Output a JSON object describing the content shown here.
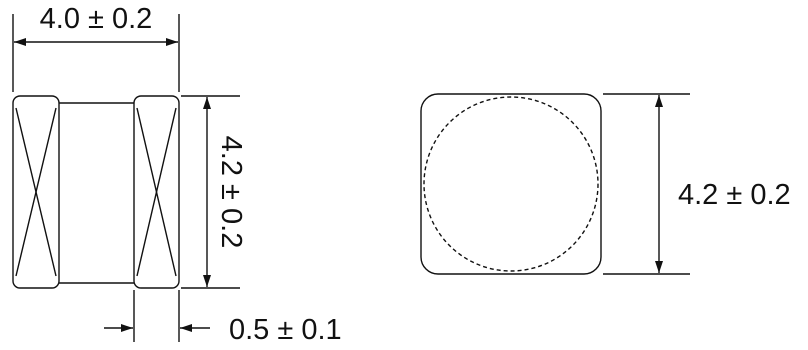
{
  "dimensions": {
    "side_width": "4.0 ± 0.2",
    "side_height": "4.2 ± 0.2",
    "top_height": "4.2 ± 0.2",
    "terminal_width": "0.5 ± 0.1"
  },
  "colors": {
    "line": "#111111",
    "background": "#ffffff"
  }
}
